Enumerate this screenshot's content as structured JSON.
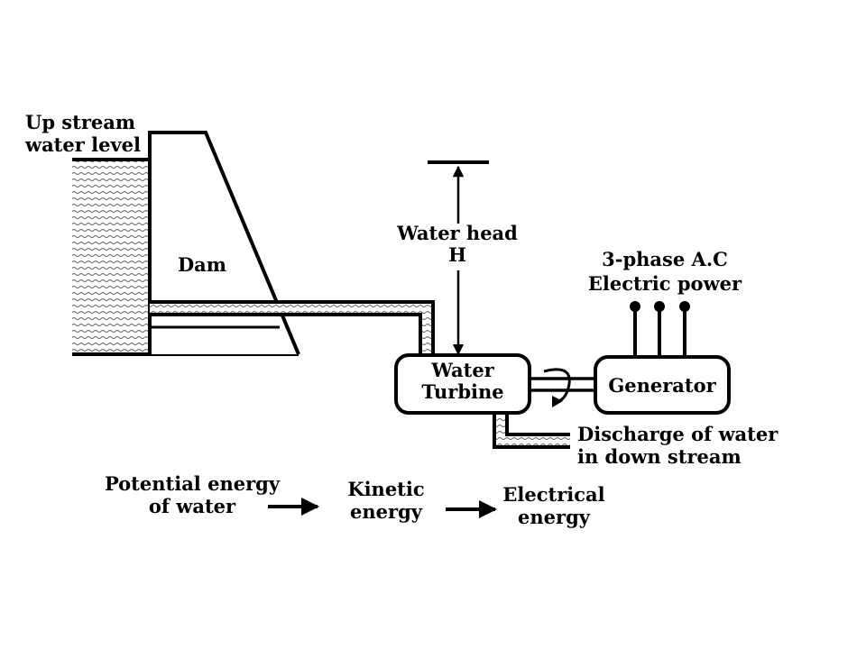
{
  "labels": {
    "upstream_line1": "Up stream",
    "upstream_line2": "water level",
    "dam": "Dam",
    "head_line1": "Water head",
    "head_line2": "H",
    "turbine_line1": "Water",
    "turbine_line2": "Turbine",
    "generator": "Generator",
    "power_line1": "3-phase A.C",
    "power_line2": "Electric power",
    "discharge_line1": "Discharge of water",
    "discharge_line2": "in down stream"
  },
  "energy_flow": {
    "step1_line1": "Potential energy",
    "step1_line2": "of water",
    "step2_line1": "Kinetic",
    "step2_line2": "energy",
    "step3_line1": "Electrical",
    "step3_line2": "energy"
  },
  "colors": {
    "ink": "#000000",
    "background": "#ffffff",
    "water_texture": "#6b6b6b"
  }
}
